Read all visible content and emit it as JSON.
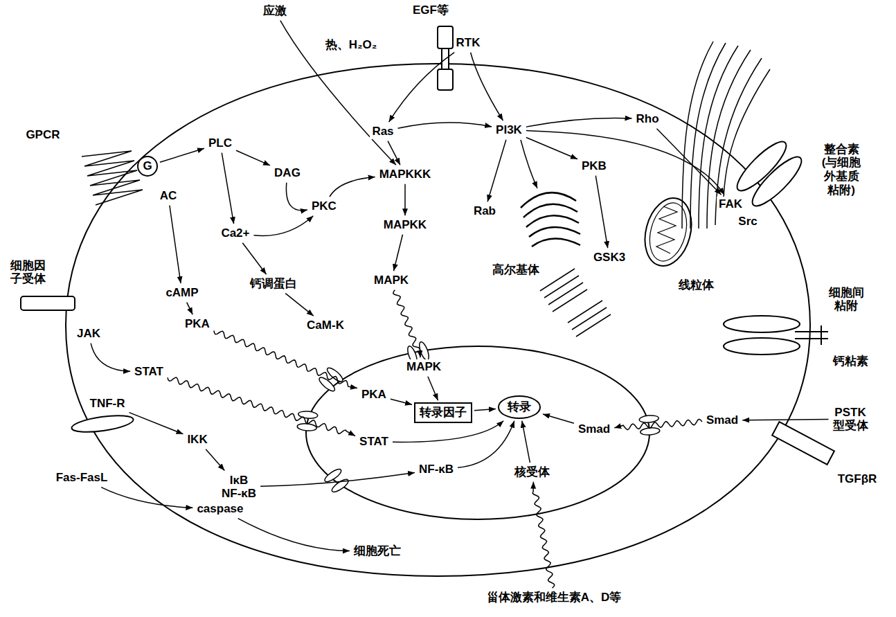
{
  "diagram": {
    "nodes": [
      {
        "text": [
          "应激"
        ]
      },
      {
        "text": [
          "RTK"
        ]
      },
      {
        "text": [
          "GPCR"
        ]
      },
      {
        "text": [
          "G"
        ]
      },
      {
        "text": [
          "PLC"
        ]
      },
      {
        "text": [
          "DAG"
        ]
      },
      {
        "text": [
          "Ras"
        ]
      },
      {
        "text": [
          "PI3K"
        ]
      },
      {
        "text": [
          "MAPKKK"
        ]
      },
      {
        "text": [
          "Rho"
        ]
      },
      {
        "text": [
          "整合素 (与细胞 外基质 粘附)"
        ]
      },
      {
        "text": [
          "AC"
        ]
      },
      {
        "text": [
          "PKC"
        ]
      },
      {
        "text": [
          "MAPKK"
        ]
      },
      {
        "text": [
          "Rab"
        ]
      },
      {
        "text": [
          "PKB"
        ]
      },
      {
        "text": [
          "FAK"
        ]
      },
      {
        "text": [
          "Src"
        ]
      },
      {
        "text": [
          "Ca2+"
        ]
      },
      {
        "text": [
          "钙调蛋白"
        ]
      },
      {
        "text": [
          "细胞因 子受体"
        ]
      },
      {
        "text": [
          "cAMP"
        ]
      },
      {
        "text": [
          "MAPK"
        ]
      },
      {
        "text": [
          "GSK3"
        ]
      },
      {
        "text": [
          "JAK"
        ]
      },
      {
        "text": [
          "PKA"
        ]
      },
      {
        "text": [
          "CaM-K"
        ]
      },
      {
        "text": [
          "STAT"
        ]
      },
      {
        "text": [
          "MAPK"
        ]
      },
      {
        "text": [
          "PKA"
        ]
      },
      {
        "text": [
          "转录因子"
        ]
      },
      {
        "text": [
          "转录"
        ]
      },
      {
        "text": [
          "Smad"
        ]
      },
      {
        "text": [
          "Smad"
        ]
      },
      {
        "text": [
          "PSTK 型受体"
        ]
      },
      {
        "text": [
          "TNF-R"
        ]
      },
      {
        "text": [
          "IKK"
        ]
      },
      {
        "text": [
          "STAT"
        ]
      },
      {
        "text": [
          "IκB",
          "NF-κB"
        ]
      },
      {
        "text": [
          "NF-κB"
        ]
      },
      {
        "text": [
          "核受体"
        ]
      },
      {
        "text": [
          "Fas-FasL"
        ]
      },
      {
        "text": [
          "TGFβR"
        ]
      },
      {
        "text": [
          "caspase"
        ]
      },
      {
        "text": [
          "细胞死亡"
        ]
      },
      {
        "text": [
          "甾体激素和维生素A、D等"
        ]
      }
    ],
    "edges": [
      {
        "from": 0,
        "to": 8,
        "arrow": "to"
      },
      {
        "from": 1,
        "to": 6,
        "arrow": "to"
      },
      {
        "from": 1,
        "to": 7,
        "arrow": "to"
      },
      {
        "from": 6,
        "to": 8,
        "arrow": "to"
      },
      {
        "from": 6,
        "to": 7,
        "arrow": "to"
      },
      {
        "from": 7,
        "to": 14,
        "arrow": "to"
      },
      {
        "from": 7,
        "to": 15,
        "arrow": "to"
      },
      {
        "from": 7,
        "to": 9,
        "arrow": "to"
      },
      {
        "from": 7,
        "to": 16,
        "arrow": "to"
      },
      {
        "from": 9,
        "to": 16,
        "arrow": "to"
      },
      {
        "from": 15,
        "to": 23,
        "arrow": "to"
      },
      {
        "from": 3,
        "to": 4,
        "arrow": "to"
      },
      {
        "from": 4,
        "to": 5,
        "arrow": "to"
      },
      {
        "from": 4,
        "to": 18,
        "arrow": "to"
      },
      {
        "from": 5,
        "to": 12,
        "arrow": "to"
      },
      {
        "from": 18,
        "to": 12,
        "arrow": "to"
      },
      {
        "from": 18,
        "to": 19,
        "arrow": "to"
      },
      {
        "from": 12,
        "to": 8,
        "arrow": "to"
      },
      {
        "from": 11,
        "to": 21,
        "arrow": "to"
      },
      {
        "from": 21,
        "to": 25,
        "arrow": "to"
      },
      {
        "from": 19,
        "to": 26,
        "arrow": "to"
      },
      {
        "from": 8,
        "to": 13,
        "arrow": "to"
      },
      {
        "from": 13,
        "to": 22,
        "arrow": "to"
      },
      {
        "from": 22,
        "to": 28,
        "arrow": "to"
      },
      {
        "from": 25,
        "to": 29,
        "arrow": "to"
      },
      {
        "from": 28,
        "to": 30,
        "arrow": "to"
      },
      {
        "from": 29,
        "to": 30,
        "arrow": "to"
      },
      {
        "from": 30,
        "to": 31,
        "arrow": "to"
      },
      {
        "from": 24,
        "to": 27,
        "arrow": "to"
      },
      {
        "from": 27,
        "to": 37,
        "arrow": "to"
      },
      {
        "from": 37,
        "to": 31,
        "arrow": "to"
      },
      {
        "from": 35,
        "to": 36,
        "arrow": "to"
      },
      {
        "from": 36,
        "to": 38,
        "arrow": "to"
      },
      {
        "from": 38,
        "to": 39,
        "arrow": "to"
      },
      {
        "from": 39,
        "to": 31,
        "arrow": "to"
      },
      {
        "from": 40,
        "to": 31,
        "arrow": "to"
      },
      {
        "from": 45,
        "to": 40,
        "arrow": "to"
      },
      {
        "from": 33,
        "to": 32,
        "arrow": "to"
      },
      {
        "from": 34,
        "to": 33,
        "arrow": "to"
      },
      {
        "from": 32,
        "to": 31,
        "arrow": "to"
      },
      {
        "from": 41,
        "to": 43,
        "arrow": "to"
      },
      {
        "from": 43,
        "to": 44,
        "arrow": "to"
      }
    ],
    "labels": [
      "EGF等",
      "热、H₂O₂",
      "高尔基体",
      "线粒体",
      "细胞间 粘附",
      "钙粘素"
    ]
  }
}
